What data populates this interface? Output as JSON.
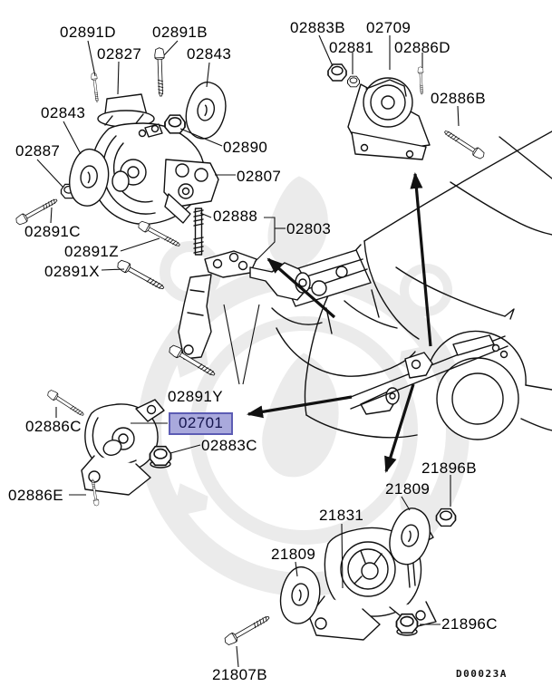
{
  "diagram": {
    "code": "D00023A",
    "selected_part": "02701",
    "highlight_bg": "#a9a9dc",
    "highlight_border": "#5c5cb4",
    "highlight_text": "#15154e",
    "line_color": "#111111",
    "background": "#ffffff"
  },
  "labels": {
    "l02891d": "02891D",
    "l02827": "02827",
    "l02891b": "02891B",
    "l02843_top": "02843",
    "l02843_left": "02843",
    "l02887": "02887",
    "l02890": "02890",
    "l02807": "02807",
    "l02891c": "02891C",
    "l02891z": "02891Z",
    "l02891x": "02891X",
    "l02888": "02888",
    "l02803": "02803",
    "l02883b": "02883B",
    "l02709": "02709",
    "l02881": "02881",
    "l02886d": "02886D",
    "l02886b": "02886B",
    "l02891y": "02891Y",
    "l02701": "02701",
    "l02886c": "02886C",
    "l02883c": "02883C",
    "l02886e": "02886E",
    "l21896b": "21896B",
    "l21809_right": "21809",
    "l21831": "21831",
    "l21809_left": "21809",
    "l21807b": "21807B",
    "l21896c": "21896C"
  }
}
